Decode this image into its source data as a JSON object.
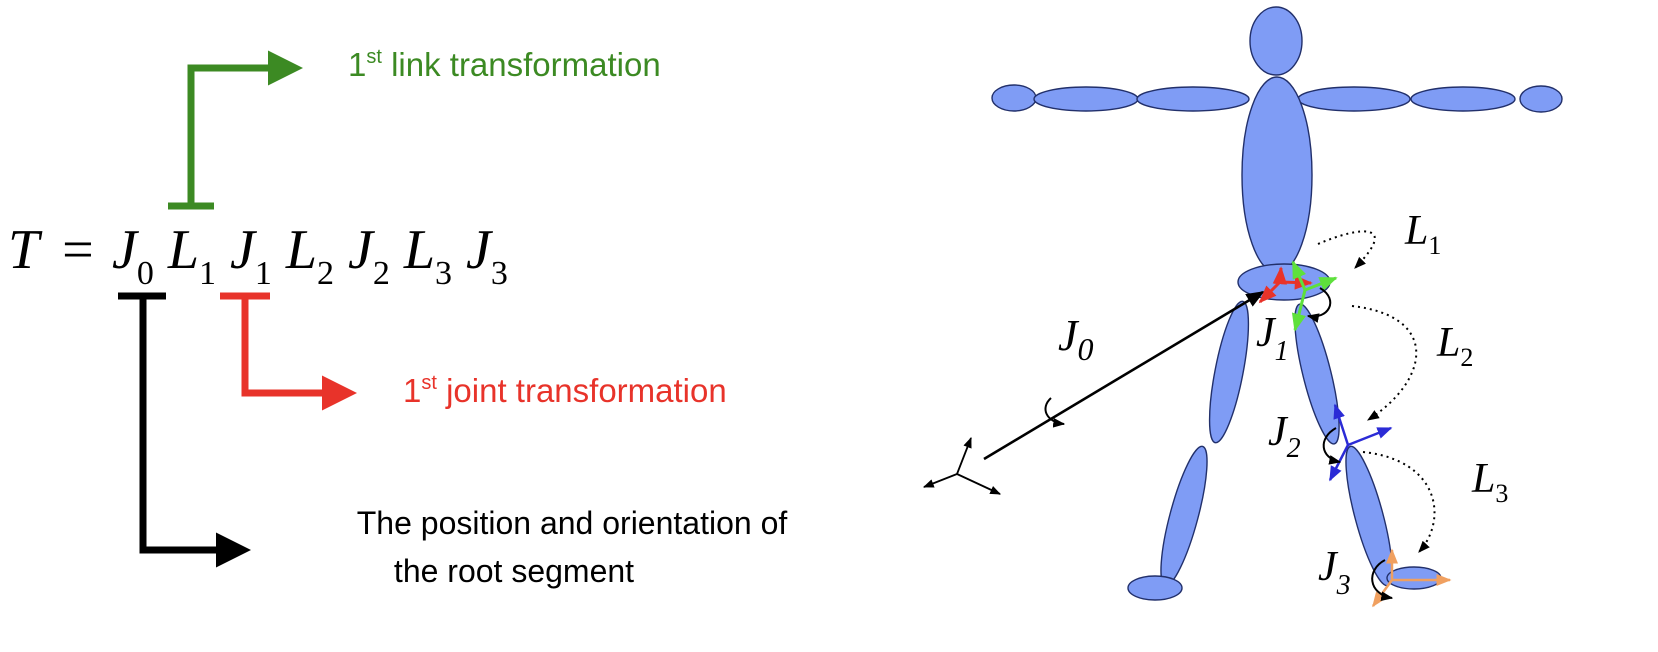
{
  "colors": {
    "link_annotation": "#3c8a23",
    "joint_annotation": "#e8332a",
    "root_annotation": "#000000",
    "body_fill": "#7f9cf5",
    "body_stroke": "#22306b",
    "frame_red": "#e8332a",
    "frame_green": "#5ee03c",
    "frame_blue": "#2b2bd6",
    "frame_orange": "#f0a060"
  },
  "equation": {
    "lhs": "T",
    "equals": "=",
    "terms": [
      {
        "sym": "J",
        "sub": "0"
      },
      {
        "sym": "L",
        "sub": "1"
      },
      {
        "sym": "J",
        "sub": "1"
      },
      {
        "sym": "L",
        "sub": "2"
      },
      {
        "sym": "J",
        "sub": "2"
      },
      {
        "sym": "L",
        "sub": "3"
      },
      {
        "sym": "J",
        "sub": "3"
      }
    ]
  },
  "annotations": {
    "link": {
      "ordinal": "1",
      "suffix": "st",
      "text": " link transformation"
    },
    "joint": {
      "ordinal": "1",
      "suffix": "st",
      "text": " joint transformation"
    },
    "root": {
      "line1": "The position and orientation of",
      "line2": "the root segment"
    }
  },
  "figure_labels": {
    "L1": {
      "sym": "L",
      "sub": "1"
    },
    "L2": {
      "sym": "L",
      "sub": "2"
    },
    "L3": {
      "sym": "L",
      "sub": "3"
    },
    "J0": {
      "sym": "J",
      "sub": "0"
    },
    "J1": {
      "sym": "J",
      "sub": "1"
    },
    "J2": {
      "sym": "J",
      "sub": "2"
    },
    "J3": {
      "sym": "J",
      "sub": "3"
    }
  }
}
